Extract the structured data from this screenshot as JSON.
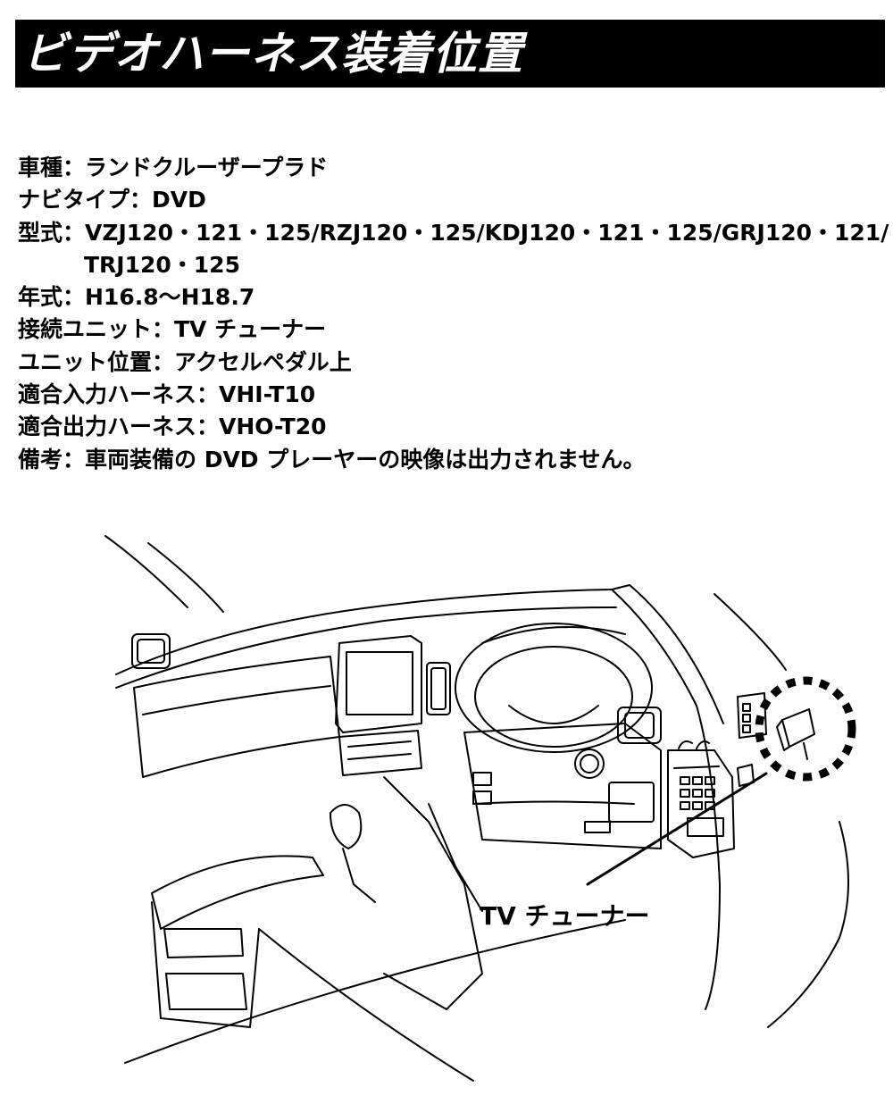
{
  "title": "ビデオハーネス装着位置",
  "specs": [
    "車種：ランドクルーザープラド",
    "ナビタイプ：DVD",
    "型式：VZJ120・121・125/RZJ120・125/KDJ120・121・125/GRJ120・121/",
    "TRJ120・125",
    "年式：H16.8～H18.7",
    "接続ユニット：TV チューナー",
    "ユニット位置：アクセルペダル上",
    "適合入力ハーネス：VHI-T10",
    "適合出力ハーネス：VHO-T20",
    "備考：車両装備の DVD プレーヤーの映像は出力されません。"
  ],
  "diagram": {
    "callout_label": "TV チューナー"
  }
}
